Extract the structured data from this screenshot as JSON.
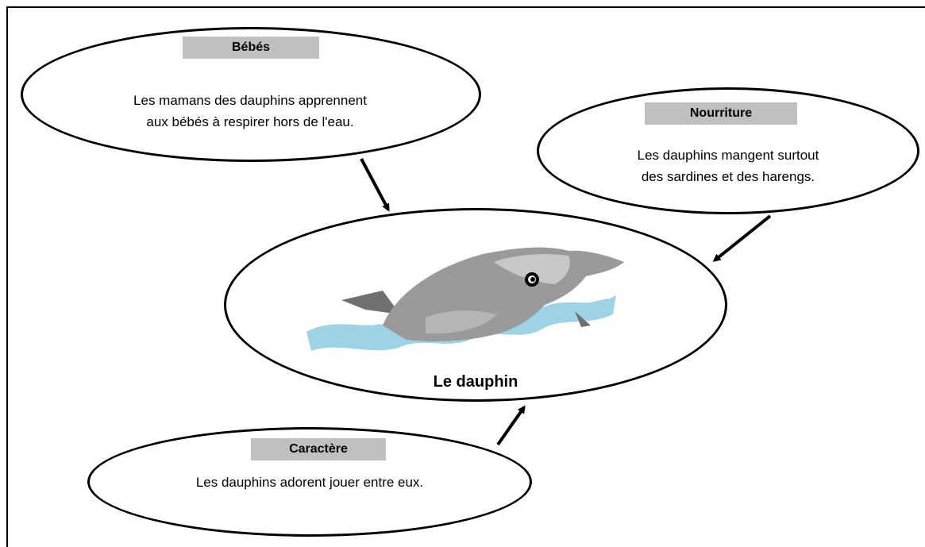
{
  "center": {
    "title": "Le dauphin",
    "illustration": "dolphin-leaping-from-water"
  },
  "nodes": [
    {
      "id": "bebes",
      "label": "Bébés",
      "text": "Les mamans des dauphins apprennent\naux bébés à respirer hors de l'eau."
    },
    {
      "id": "nourriture",
      "label": "Nourriture",
      "text": "Les dauphins mangent surtout\ndes sardines et des harengs."
    },
    {
      "id": "caractere",
      "label": "Caractère",
      "text": "Les dauphins adorent jouer entre eux."
    }
  ],
  "colors": {
    "label_background": "#c0c0c0",
    "outline": "#000000",
    "water": "#9ed3e6",
    "dolphin_gray": "#9a9a9a"
  }
}
